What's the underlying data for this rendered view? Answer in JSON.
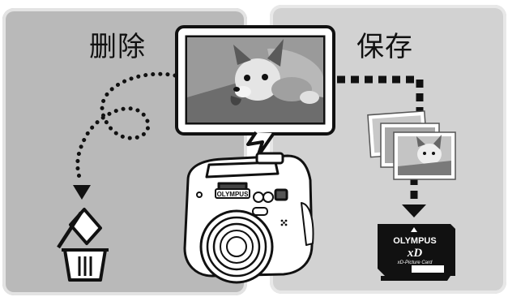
{
  "labels": {
    "delete": "删除",
    "save": "保存"
  },
  "camera": {
    "brand": "OLYMPUS"
  },
  "memory_card": {
    "brand": "OLYMPUS",
    "logo": "xD",
    "card_name": "xD-Picture Card"
  },
  "icons": {
    "trash": "trash-icon",
    "photo": "dog-photo-thumbnail",
    "camera": "digital-camera",
    "card": "xd-memory-card"
  },
  "colors": {
    "left_panel": "#b9b9b9",
    "right_panel": "#d2d2d2",
    "ink": "#111111"
  }
}
